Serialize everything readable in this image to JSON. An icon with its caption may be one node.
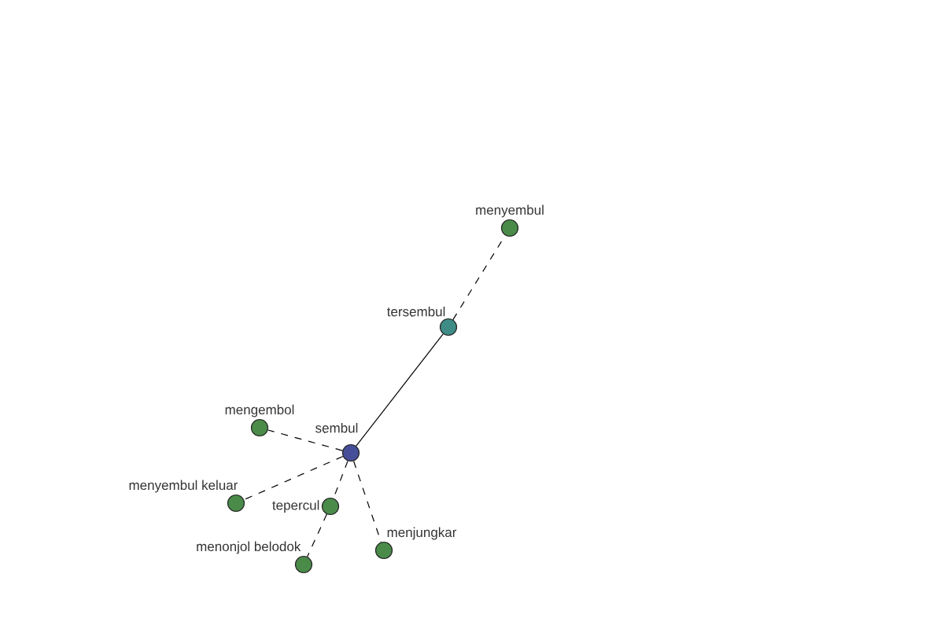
{
  "diagram": {
    "nodes": [
      {
        "text": [
          "menyembul"
        ]
      },
      {
        "text": [
          "tersembul"
        ]
      },
      {
        "text": [
          "mengembol"
        ]
      },
      {
        "text": [
          "sembul"
        ]
      },
      {
        "text": [
          "tepercul"
        ]
      },
      {
        "text": [
          "menyembul keluar"
        ]
      },
      {
        "text": [
          "menjungkar"
        ]
      },
      {
        "text": [
          "menonjol belodok"
        ]
      }
    ],
    "edges": [
      {
        "from": 3,
        "to": 1,
        "arrow": "none"
      },
      {
        "from": 1,
        "to": 0,
        "arrow": "none",
        "style": "dashed"
      },
      {
        "from": 3,
        "to": 2,
        "arrow": "none",
        "style": "dashed"
      },
      {
        "from": 3,
        "to": 4,
        "arrow": "none",
        "style": "dashed"
      },
      {
        "from": 3,
        "to": 5,
        "arrow": "none",
        "style": "dashed"
      },
      {
        "from": 4,
        "to": 7,
        "arrow": "none",
        "style": "dashed"
      },
      {
        "from": 3,
        "to": 6,
        "arrow": "none",
        "style": "dashed"
      }
    ]
  }
}
